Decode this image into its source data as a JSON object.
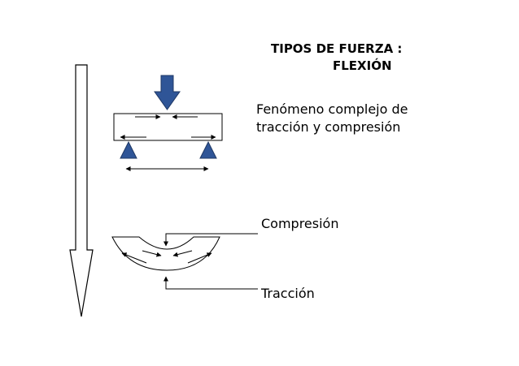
{
  "title": {
    "line1": "TIPOS DE FUERZA :",
    "line2": "FLEXIÓN"
  },
  "description": {
    "line1": "Fenómeno complejo de",
    "line2": "tracción y compresión"
  },
  "labels": {
    "compression": "Compresión",
    "tension": "Tracción"
  },
  "colors": {
    "load_arrow": "#2F5597",
    "supports": "#2F5597",
    "lines": "#000000"
  }
}
